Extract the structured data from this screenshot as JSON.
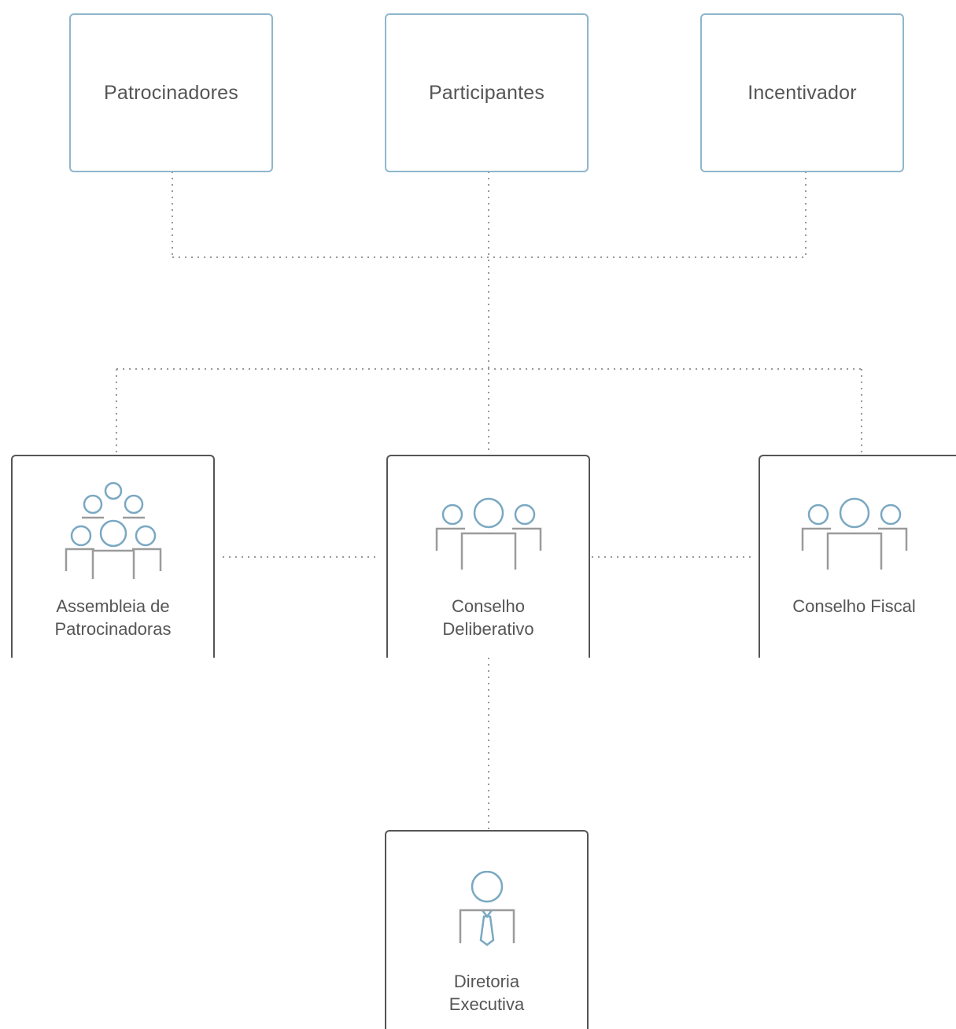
{
  "diagram": {
    "top": {
      "patrocinadores": "Patrocinadores",
      "participantes": "Participantes",
      "incentivador": "Incentivador"
    },
    "bodies": {
      "assembleia": [
        "Assembleia de",
        "Patrocinadoras"
      ],
      "deliberativo": [
        "Conselho",
        "Deliberativo"
      ],
      "fiscal": [
        "Conselho Fiscal"
      ],
      "diretoria": [
        "Diretoria",
        "Executiva"
      ]
    }
  },
  "colors": {
    "top_border": "#8fb6cc",
    "org_border": "#555555",
    "icon_head": "#7aa8c2",
    "icon_body": "#9b9b9b",
    "connector": "#999999"
  },
  "icons": {
    "assembleia": "assembly-group-icon",
    "deliberativo": "council-group-icon",
    "fiscal": "fiscal-council-icon",
    "diretoria": "executive-person-icon"
  }
}
